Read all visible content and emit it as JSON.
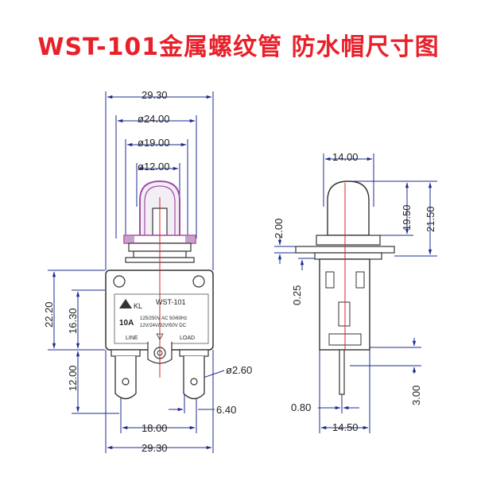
{
  "title": "WST-101金属螺纹管 防水帽尺寸图",
  "colors": {
    "title": "#e8202a",
    "dimension": "#1d2b8f",
    "cap": "#a64ca6",
    "center": "#e02020"
  },
  "front_view": {
    "dims": {
      "top_width": "29.30",
      "dia_24": "ø24.00",
      "dia_19": "ø19.00",
      "dia_12": "ø12.00",
      "height_22": "22.20",
      "height_16": "16.30",
      "height_12": "12.00",
      "hole": "ø2.60",
      "thickness": "6.40",
      "spacing": "18.00",
      "bottom_width": "29.30"
    },
    "label": {
      "brand": "KL",
      "model": "WST-101",
      "rating": "10A",
      "spec1": "125/250V AC 50/60Hz",
      "spec2": "12V/24V/32V/50V DC",
      "line": "LINE",
      "load": "LOAD"
    }
  },
  "side_view": {
    "dims": {
      "width_14": "14.00",
      "height_2": "2.00",
      "height_19": "19.50",
      "height_21": "21.50",
      "gap": "0.25",
      "pin": "0.80",
      "depth": "14.50",
      "offset": "3.00"
    }
  }
}
